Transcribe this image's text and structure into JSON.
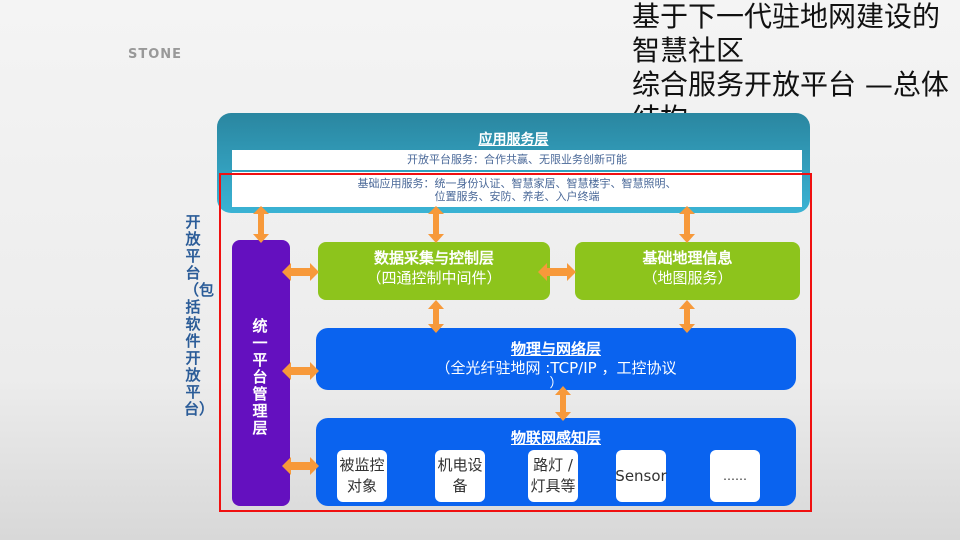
{
  "title_lines": [
    "基于下一代驻地网建设的",
    "智慧社区",
    "综合服务开放平台 —总体",
    "结构"
  ],
  "logo": "STONE",
  "app_layer": {
    "title": "应用服务层",
    "open_services": "开放平台服务：合作共赢、无限业务创新可能",
    "basic_line1": "基础应用服务：统一身份认证、智慧家居、智慧楼宇、智慧照明、",
    "basic_line2": "位置服务、安防、养老、入户终端"
  },
  "open_platform_label": "开放平台（包括软件开放平台）",
  "mgmt_layer": "统一平台管理层",
  "data_layer": {
    "title": "数据采集与控制层",
    "subtitle": "（四通控制中间件）"
  },
  "geo_layer": {
    "title": "基础地理信息",
    "subtitle": "（地图服务）"
  },
  "phys_layer": {
    "title": "物理与网络层",
    "subtitle": "（全光纤驻地网 :TCP/IP ，工控协议",
    "subtitle_end": "）"
  },
  "iot_layer": {
    "title": "物联网感知层",
    "devices": [
      "被监控对象",
      "机电设备",
      "路灯 / 灯具等",
      "Sensor",
      "……"
    ]
  },
  "colors": {
    "arrow": "#f7993a",
    "purple": "#6410bf",
    "green": "#8dc41c",
    "blue": "#0a63ef",
    "teal": "#2a86a0",
    "frame": "#f01010"
  }
}
